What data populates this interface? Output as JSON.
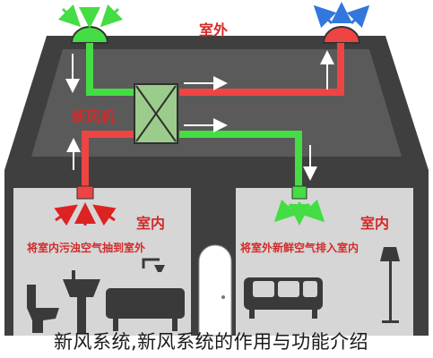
{
  "labels": {
    "outdoor": "室外",
    "fresh_air_unit": "新风机",
    "indoor_left": "室内",
    "indoor_right": "室内",
    "exhaust_desc": "将室内污浊空气抽到室外",
    "supply_desc": "将室外新鲜空气排入室内",
    "caption": "新风系统,新风系统的作用与功能介绍"
  },
  "colors": {
    "fresh_air": "#33cc33",
    "stale_air": "#ee4444",
    "inner_wall": "#d6d6d6",
    "roof": "#4a4a4a"
  }
}
